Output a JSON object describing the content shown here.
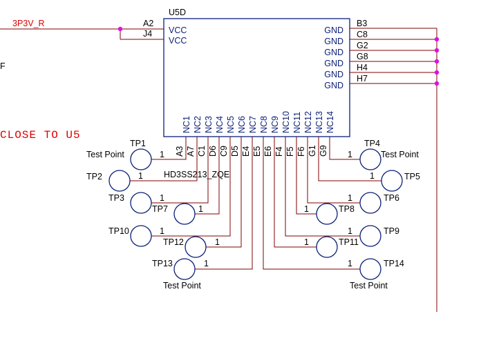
{
  "net": {
    "power": "3P3V_R",
    "f_label": "F"
  },
  "note": "CLOSE TO U5",
  "part": {
    "ref": "U5D",
    "value": "HD3SS213_ZQE"
  },
  "left_pins": [
    {
      "num": "A2",
      "name": "VCC"
    },
    {
      "num": "J4",
      "name": "VCC"
    }
  ],
  "right_pins": [
    {
      "num": "B3",
      "name": "GND"
    },
    {
      "num": "C8",
      "name": "GND"
    },
    {
      "num": "G2",
      "name": "GND"
    },
    {
      "num": "G8",
      "name": "GND"
    },
    {
      "num": "H4",
      "name": "GND"
    },
    {
      "num": "H7",
      "name": "GND"
    }
  ],
  "bottom_pins": [
    {
      "name": "NC1",
      "num": "A3"
    },
    {
      "name": "NC2",
      "num": "A7"
    },
    {
      "name": "NC3",
      "num": "C1"
    },
    {
      "name": "NC4",
      "num": "D6"
    },
    {
      "name": "NC5",
      "num": "C9"
    },
    {
      "name": "NC6",
      "num": "D5"
    },
    {
      "name": "NC7",
      "num": "E4"
    },
    {
      "name": "NC8",
      "num": "E5"
    },
    {
      "name": "NC9",
      "num": "E6"
    },
    {
      "name": "NC10",
      "num": "F4"
    },
    {
      "name": "NC11",
      "num": "F5"
    },
    {
      "name": "NC12",
      "num": "F6"
    },
    {
      "name": "NC13",
      "num": "G1"
    },
    {
      "name": "NC14",
      "num": "G9"
    }
  ],
  "test_points": [
    {
      "ref": "TP1",
      "pin": "1",
      "value": "Test Point"
    },
    {
      "ref": "TP2",
      "pin": "1"
    },
    {
      "ref": "TP3",
      "pin": "1"
    },
    {
      "ref": "TP7",
      "pin": "1"
    },
    {
      "ref": "TP10",
      "pin": "1"
    },
    {
      "ref": "TP12",
      "pin": "1"
    },
    {
      "ref": "TP13",
      "pin": "1",
      "value": "Test Point"
    },
    {
      "ref": "TP4",
      "pin": "1",
      "value": "Test Point"
    },
    {
      "ref": "TP5",
      "pin": "1"
    },
    {
      "ref": "TP6",
      "pin": "1"
    },
    {
      "ref": "TP8",
      "pin": "1"
    },
    {
      "ref": "TP9",
      "pin": "1"
    },
    {
      "ref": "TP11",
      "pin": "1"
    },
    {
      "ref": "TP14",
      "pin": "1",
      "value": "Test Point"
    }
  ],
  "colors": {
    "wire": "#800000",
    "component": "#0a1e78",
    "junction": "#e010e0",
    "net_label": "#e00000"
  }
}
